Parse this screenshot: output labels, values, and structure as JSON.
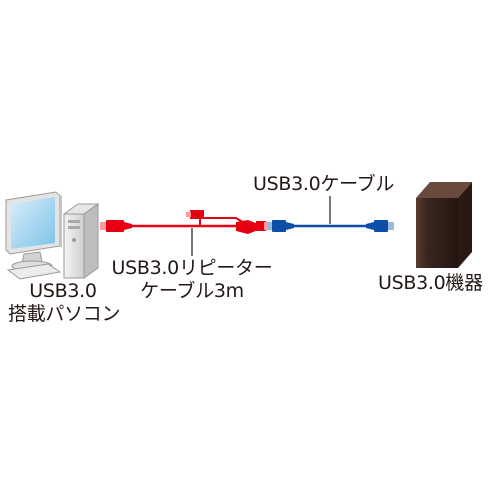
{
  "labels": {
    "pc_line1": "USB3.0",
    "pc_line2": "搭載パソコン",
    "repeater_line1": "USB3.0リピーター",
    "repeater_line2": "ケーブル3m",
    "cable": "USB3.0ケーブル",
    "device": "USB3.0機器"
  },
  "colors": {
    "repeater_cable": "#e60012",
    "usb_cable": "#0f4ea8",
    "device": "#3a2620",
    "text": "#231815"
  },
  "icons": {
    "pc": "desktop-computer-icon",
    "device": "external-drive-icon"
  }
}
